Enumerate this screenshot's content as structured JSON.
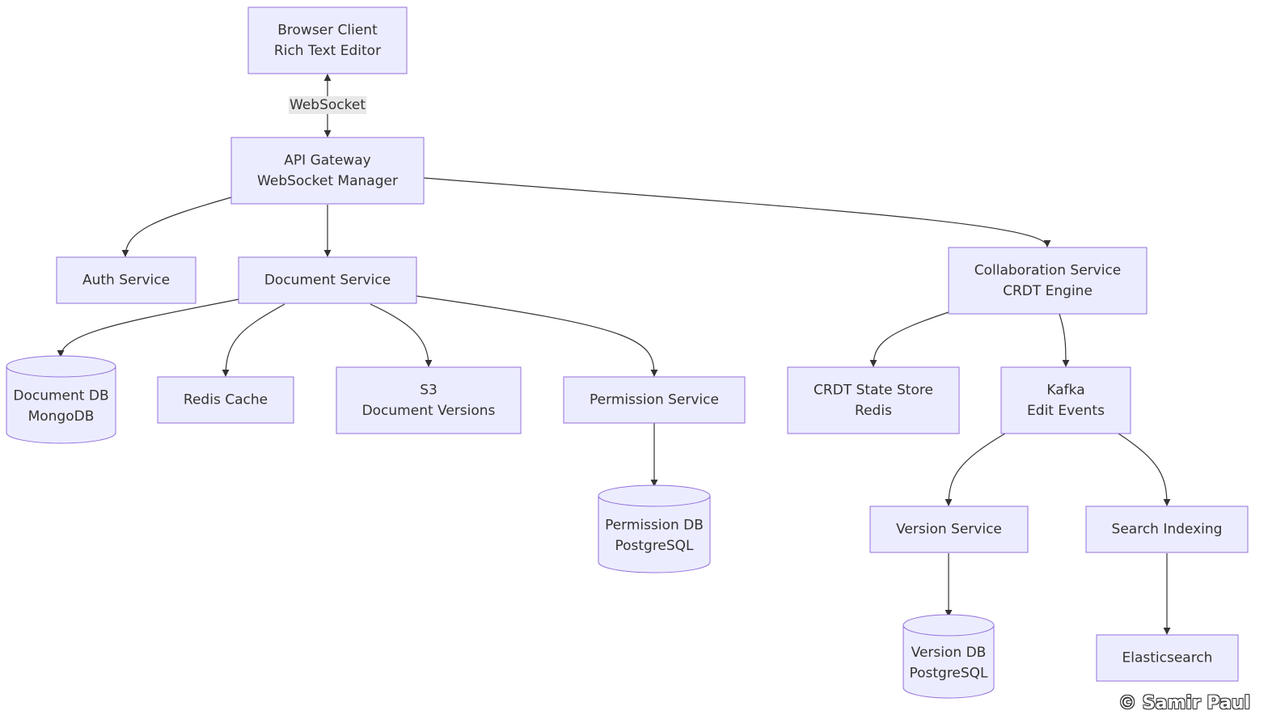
{
  "diagram": {
    "nodes": [
      {
        "id": "browser",
        "shape": "rect",
        "lines": [
          "Browser Client",
          "Rich Text Editor"
        ]
      },
      {
        "id": "gateway",
        "shape": "rect",
        "lines": [
          "API Gateway",
          "WebSocket Manager"
        ]
      },
      {
        "id": "auth",
        "shape": "rect",
        "lines": [
          "Auth Service"
        ]
      },
      {
        "id": "docsvc",
        "shape": "rect",
        "lines": [
          "Document Service"
        ]
      },
      {
        "id": "collab",
        "shape": "rect",
        "lines": [
          "Collaboration Service",
          "CRDT Engine"
        ]
      },
      {
        "id": "docdb",
        "shape": "cylinder",
        "lines": [
          "Document DB",
          "MongoDB"
        ]
      },
      {
        "id": "redis",
        "shape": "rect",
        "lines": [
          "Redis Cache"
        ]
      },
      {
        "id": "s3",
        "shape": "rect",
        "lines": [
          "S3",
          "Document Versions"
        ]
      },
      {
        "id": "perm",
        "shape": "rect",
        "lines": [
          "Permission Service"
        ]
      },
      {
        "id": "crdtstore",
        "shape": "rect",
        "lines": [
          "CRDT State Store",
          "Redis"
        ]
      },
      {
        "id": "kafka",
        "shape": "rect",
        "lines": [
          "Kafka",
          "Edit Events"
        ]
      },
      {
        "id": "permdb",
        "shape": "cylinder",
        "lines": [
          "Permission DB",
          "PostgreSQL"
        ]
      },
      {
        "id": "version",
        "shape": "rect",
        "lines": [
          "Version Service"
        ]
      },
      {
        "id": "search",
        "shape": "rect",
        "lines": [
          "Search Indexing"
        ]
      },
      {
        "id": "versiondb",
        "shape": "cylinder",
        "lines": [
          "Version DB",
          "PostgreSQL"
        ]
      },
      {
        "id": "elastic",
        "shape": "rect",
        "lines": [
          "Elasticsearch"
        ]
      }
    ],
    "edges": [
      {
        "from": "browser",
        "to": "gateway",
        "label": "WebSocket",
        "bidirectional": true
      },
      {
        "from": "gateway",
        "to": "auth"
      },
      {
        "from": "gateway",
        "to": "docsvc"
      },
      {
        "from": "gateway",
        "to": "collab"
      },
      {
        "from": "docsvc",
        "to": "docdb"
      },
      {
        "from": "docsvc",
        "to": "redis"
      },
      {
        "from": "docsvc",
        "to": "s3"
      },
      {
        "from": "docsvc",
        "to": "perm"
      },
      {
        "from": "perm",
        "to": "permdb"
      },
      {
        "from": "collab",
        "to": "crdtstore"
      },
      {
        "from": "collab",
        "to": "kafka"
      },
      {
        "from": "kafka",
        "to": "version"
      },
      {
        "from": "kafka",
        "to": "search"
      },
      {
        "from": "version",
        "to": "versiondb"
      },
      {
        "from": "search",
        "to": "elastic"
      }
    ]
  },
  "watermark": "© Samir Paul"
}
